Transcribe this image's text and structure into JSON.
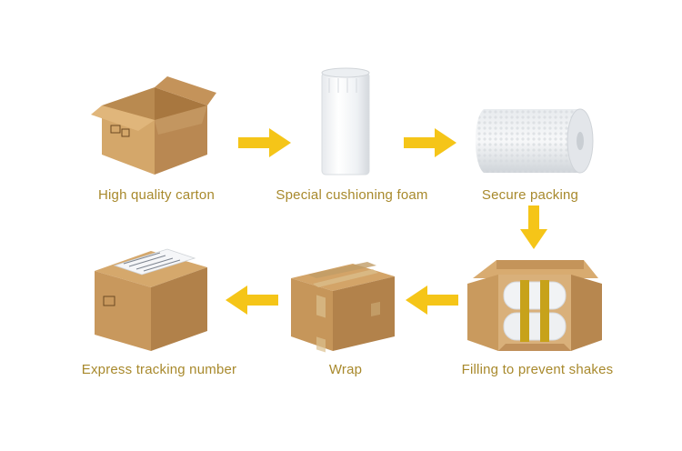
{
  "steps": {
    "high_quality_carton": "High quality carton",
    "special_cushioning_foam": "Special cushioning foam",
    "secure_packing": "Secure packing",
    "filling_to_prevent_shakes": "Filling to prevent shakes",
    "wrap": "Wrap",
    "express_tracking_number": "Express tracking number"
  },
  "colors": {
    "label": "#a8892c",
    "arrow": "#f5c518",
    "cardboard": "#c99a5e"
  },
  "icons": {
    "carton": "open-cardboard-box-icon",
    "foam": "foam-roll-icon",
    "bubble": "bubble-wrap-roll-icon",
    "filled": "filled-box-icon",
    "wrapped": "taped-box-icon",
    "labeled": "shipping-label-box-icon",
    "arrow": "arrow-icon"
  }
}
